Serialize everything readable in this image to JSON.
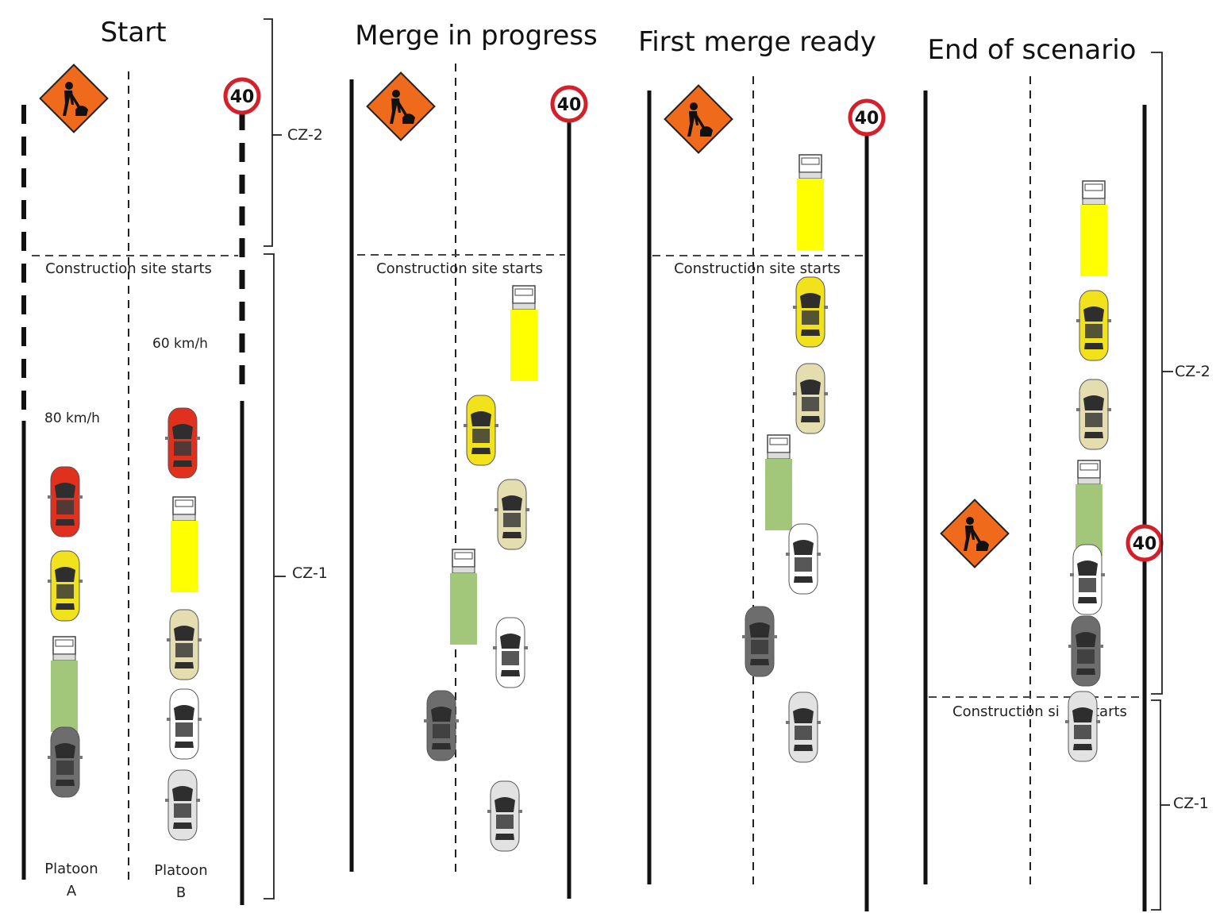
{
  "panels": [
    {
      "title": "Start"
    },
    {
      "title": "Merge in progress"
    },
    {
      "title": "First merge ready"
    },
    {
      "title": "End of scenario"
    }
  ],
  "construction_label": "Construction site starts",
  "construction_label_partial": [
    "Construction si",
    "tarts"
  ],
  "zones": {
    "cz1": "CZ-1",
    "cz2": "CZ-2"
  },
  "speed_sign": "40",
  "speeds": {
    "lane_a": "80 km/h",
    "lane_b": "60 km/h"
  },
  "platoons": {
    "a": [
      "Platoon",
      "A"
    ],
    "b": [
      "Platoon",
      "B"
    ]
  },
  "colors": {
    "red_car": "#e0301e",
    "yellow_car": "#f2e21c",
    "beige_car": "#e4ddb0",
    "white_car": "#ffffff",
    "dark_car": "#6d6d6d",
    "light_car": "#e2e2e2",
    "yellow_truck": "#ffff00",
    "green_truck": "#a3c77a",
    "sign_orange": "#f06a1c",
    "sign_red": "#d4202a"
  }
}
